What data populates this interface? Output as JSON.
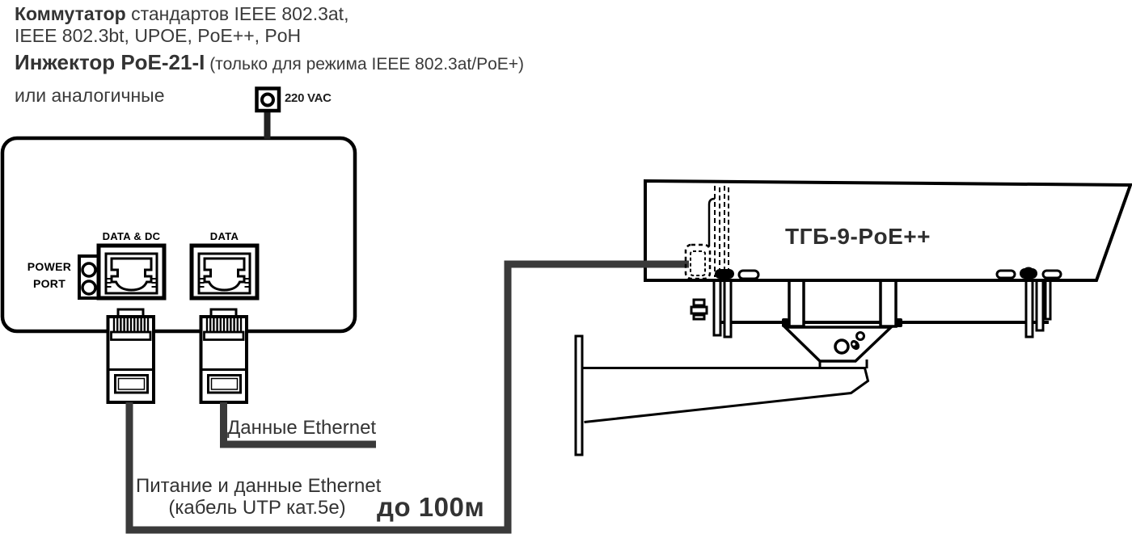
{
  "header": {
    "line1_bold": "Коммутатор",
    "line1_rest": " стандартов IEEE 802.3at,",
    "line2": "IEEE 802.3bt, UPOE, PoE++, PoH",
    "line3_bold": "Инжектор PoE-21-I",
    "line3_rest": " (только для режима IEEE 802.3at/PoE+)",
    "line4": "или аналогичные"
  },
  "power_source": {
    "label": "220 VAC"
  },
  "switch": {
    "port_data_dc": "DATA & DC",
    "port_data": "DATA",
    "power_word": "POWER",
    "port_word": "PORT"
  },
  "cables": {
    "data": "Данные Ethernet",
    "power_line1": "Питание и данные Ethernet",
    "power_line2": "(кабель UTP кат.5е)",
    "distance": "до 100м"
  },
  "camera": {
    "model": "ТГБ-9-PoE++"
  },
  "icons": {
    "power_socket": "power-socket-icon",
    "rj45_jack": "rj45-jack-icon",
    "rj45_plug": "rj45-plug-icon"
  },
  "colors": {
    "line": "#000000",
    "cable": "#3a3a3a",
    "text": "#333333",
    "background": "#ffffff"
  }
}
